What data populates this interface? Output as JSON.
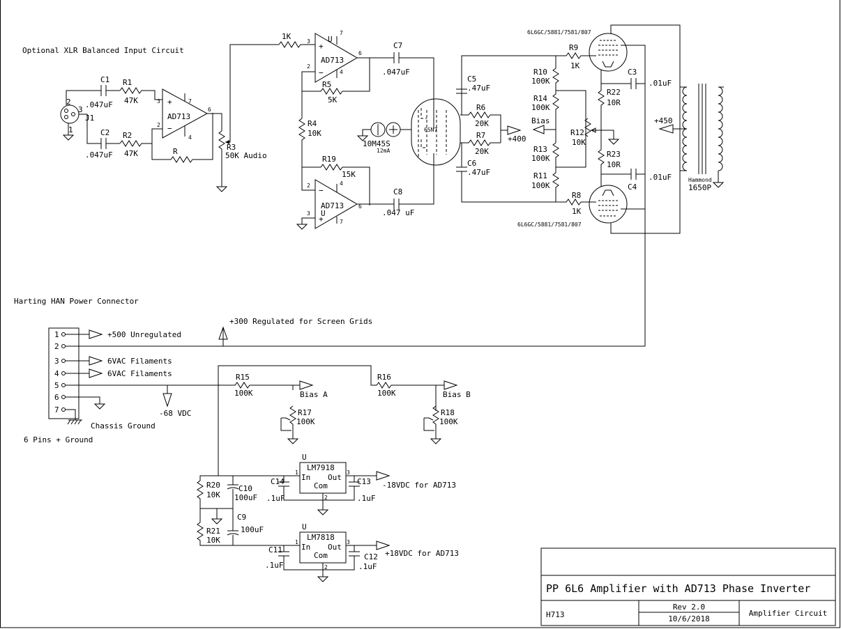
{
  "labels": {
    "xlr_title": "Optional XLR Balanced Input Circuit",
    "power_title": "Harting HAN Power Connector",
    "pins_note": "6 Pins + Ground",
    "chassis": "Chassis Ground",
    "j1": "J1",
    "j1_pin1": "1",
    "j1_pin2": "2",
    "j1_pin3": "3",
    "c1": "C1",
    "c1_val": ".047uF",
    "c2": "C2",
    "c2_val": ".047uF",
    "r1": "R1",
    "r1_val": "47K",
    "r2": "R2",
    "r2_val": "47K",
    "r": "R",
    "u_in": "AD713",
    "r3": "R3",
    "r3_val": "50K Audio",
    "r_1k": "1K",
    "u_top": "U",
    "u_top_name": "AD713",
    "u_bot": "U",
    "u_bot_name": "AD713",
    "r5": "R5",
    "r5_val": "5K",
    "r4": "R4",
    "r4_val": "10K",
    "r19": "R19",
    "r19_val": "15K",
    "c7": "C7",
    "c7_val": ".047uF",
    "c8": "C8",
    "c8_val": ".047 uF",
    "c5": "C5",
    "c5_val": ".47uF",
    "c6": "C6",
    "c6_val": ".47uF",
    "tube_6sn7": "6SN7",
    "ccs": "10M45S",
    "ccs_sub": "12mA",
    "r6": "R6",
    "r6_val": "20K",
    "r7": "R7",
    "r7_val": "20K",
    "v400": "+400",
    "tube_top": "6L6GC/5881/7581/807",
    "tube_bot": "6L6GC/5881/7581/807",
    "r9": "R9",
    "r9_val": "1K",
    "r8": "R8",
    "r8_val": "1K",
    "r10": "R10",
    "r10_val": "100K",
    "r14": "R14",
    "r14_val": "100K",
    "r13": "R13",
    "r13_val": "100K",
    "r11": "R11",
    "r11_val": "100K",
    "bias": "Bias",
    "r12": "R12",
    "r12_val": "10K",
    "r22": "R22",
    "r22_val": "10R",
    "r23": "R23",
    "r23_val": "10R",
    "c3": "C3",
    "c3_val": ".01uF",
    "c4": "C4",
    "c4_val": ".01uF",
    "v450": "+450",
    "hammond": "Hammond",
    "hammond_model": "1650P",
    "pin_labels": [
      "1",
      "2",
      "3",
      "4",
      "5",
      "6",
      "7"
    ],
    "p500": "+500 Unregulated",
    "p300": "+300 Regulated for Screen Grids",
    "fil1": "6VAC Filaments",
    "fil2": "6VAC Filaments",
    "n68": "-68 VDC",
    "r15": "R15",
    "r15_val": "100K",
    "r16": "R16",
    "r16_val": "100K",
    "bias_a": "Bias A",
    "bias_b": "Bias B",
    "r17": "R17",
    "r17_val": "100K",
    "r18": "R18",
    "r18_val": "100K",
    "r20": "R20",
    "r20_val": "10K",
    "r21": "R21",
    "r21_val": "10K",
    "c10": "C10",
    "c10_val": "100uF",
    "c9": "C9",
    "c9_val": "100uF",
    "lm7918": "LM7918",
    "lm7818": "LM7818",
    "reg_in": "In",
    "reg_out": "Out",
    "reg_com": "Com",
    "c14": "C14",
    "c14_val": ".1uF",
    "c13": "C13",
    "c13_val": ".1uF",
    "c11": "C11",
    "c11_val": ".1uF",
    "c12": "C12",
    "c12_val": ".1uF",
    "n18": "-18VDC for AD713",
    "p18": "+18VDC for AD713"
  },
  "title_block": {
    "title": "PP 6L6 Amplifier with AD713 Phase Inverter",
    "doc": "H713",
    "rev": "Rev 2.0",
    "date": "10/6/2018",
    "desc": "Amplifier Circuit"
  }
}
